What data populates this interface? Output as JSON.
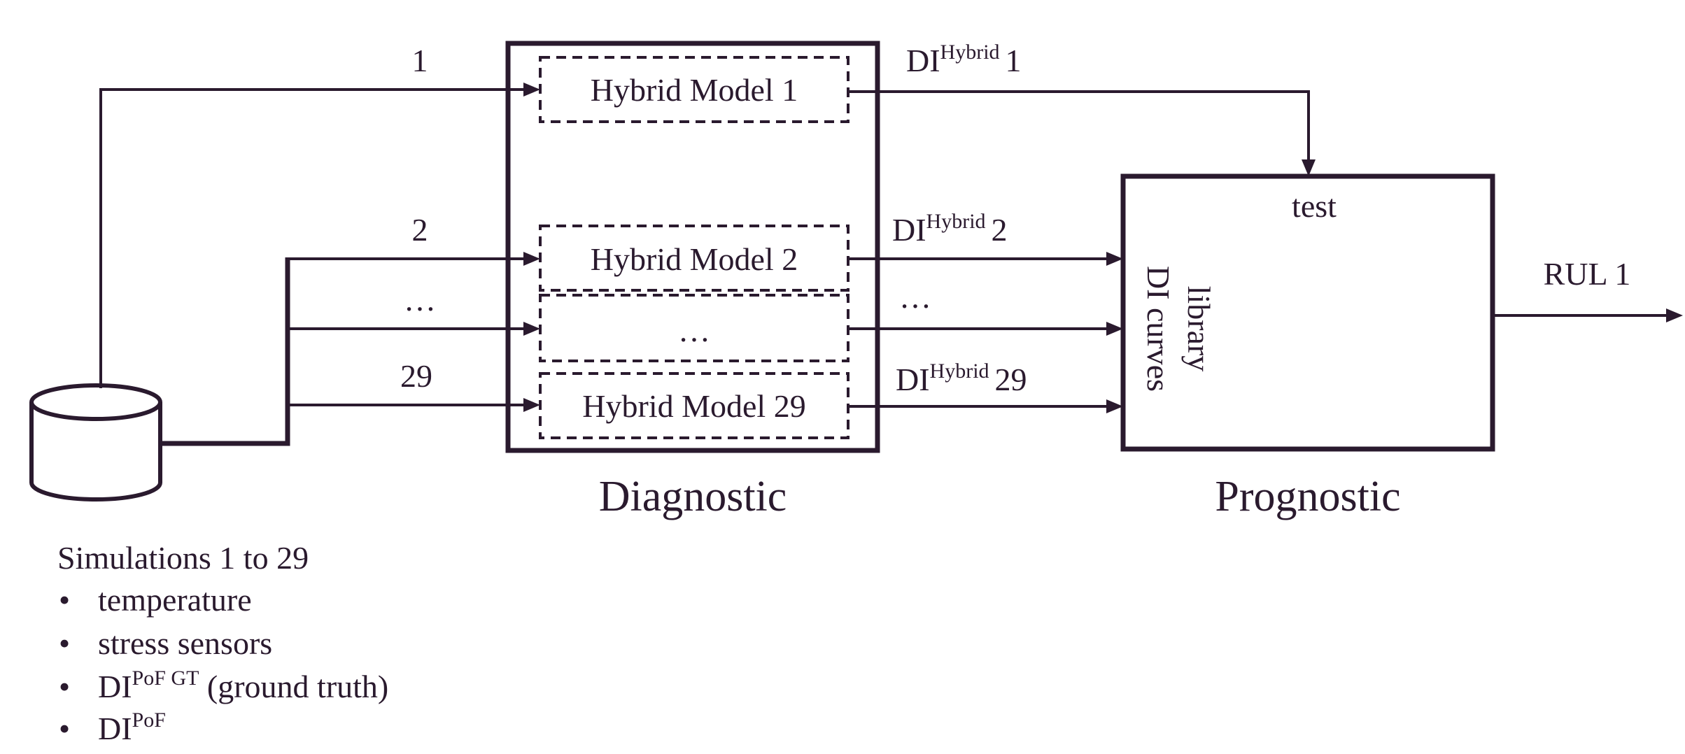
{
  "colors": {
    "ink": "#2a1a2e",
    "background": "#ffffff"
  },
  "inputs": {
    "route_1": "1",
    "route_2": "2",
    "route_ellipsis": "…",
    "route_29": "29"
  },
  "diagnostic": {
    "caption": "Diagnostic",
    "models": {
      "m1": "Hybrid Model 1",
      "m2": "Hybrid Model 2",
      "m_ellipsis": "…",
      "m29": "Hybrid Model 29"
    }
  },
  "outputs": {
    "di_base": "DI",
    "hybrid_sup": "Hybrid",
    "idx_1": "1",
    "idx_2": "2",
    "ellipsis": "…",
    "idx_29": "29"
  },
  "prognostic": {
    "caption": "Prognostic",
    "test_label": "test",
    "library_line1": "library",
    "library_line2": "DI curves",
    "rul_label": "RUL 1"
  },
  "simulations": {
    "title": "Simulations 1 to 29",
    "bullet": "•",
    "item_temperature": "temperature",
    "item_stress": "stress sensors",
    "item_di_gt_base": "DI",
    "item_di_gt_sup": "PoF GT",
    "item_di_gt_rest": " (ground truth)",
    "item_di_base": "DI",
    "item_di_sup": "PoF"
  }
}
